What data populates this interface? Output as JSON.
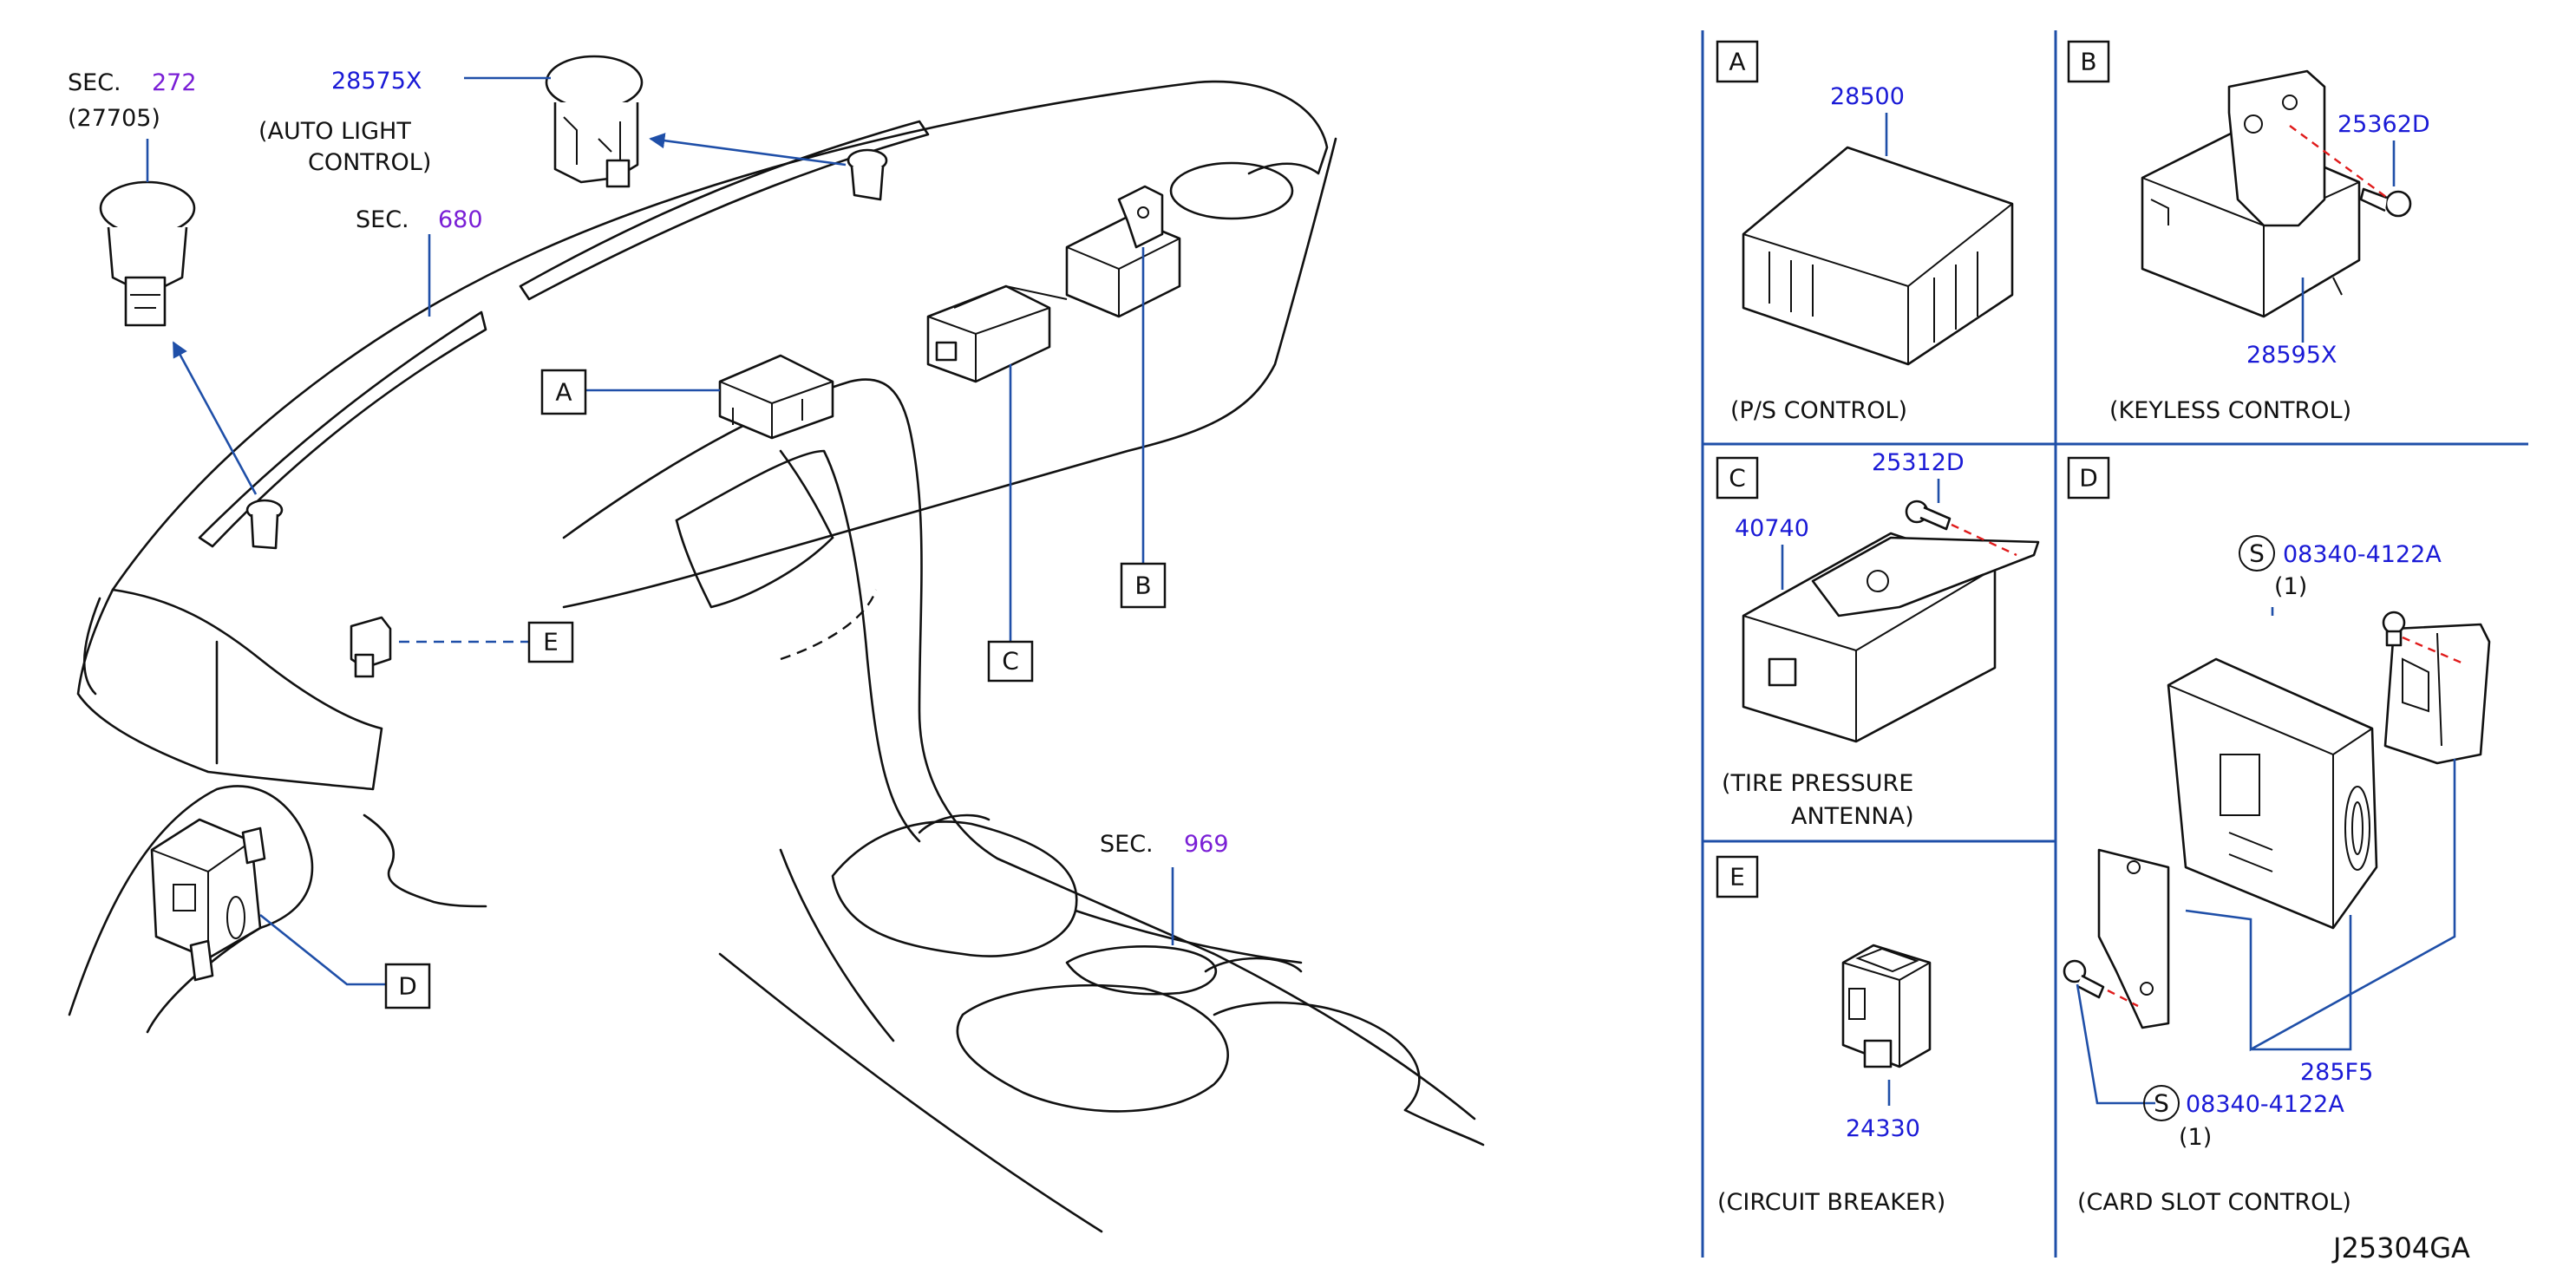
{
  "colors": {
    "part_number": "#1a1ad6",
    "section_number": "#7a1fd6",
    "leader": "#1f4fa8",
    "dash_red": "#e01b1b",
    "ink": "#111111"
  },
  "main": {
    "sec272": {
      "prefix": "SEC.",
      "num": "272",
      "sub": "(27705)"
    },
    "pn_28575x": "28575X",
    "auto_light": {
      "line1": "(AUTO   LIGHT",
      "line2": "CONTROL)"
    },
    "sec680": {
      "prefix": "SEC.",
      "num": "680"
    },
    "sec969": {
      "prefix": "SEC.",
      "num": "969"
    },
    "callouts": {
      "a": "A",
      "b": "B",
      "c": "C",
      "d": "D",
      "e": "E"
    }
  },
  "panels": {
    "a": {
      "letter": "A",
      "part": "28500",
      "caption": "(P/S   CONTROL)"
    },
    "b": {
      "letter": "B",
      "part1": "25362D",
      "part2": "28595X",
      "caption": "(KEYLESS   CONTROL)"
    },
    "c": {
      "letter": "C",
      "part1": "25312D",
      "part2": "40740",
      "caption1": "(TIRE   PRESSURE",
      "caption2": "ANTENNA)"
    },
    "d": {
      "letter": "D",
      "s_symbol": "S",
      "screw1": "08340-4122A",
      "qty1": "(1)",
      "module": "285F5",
      "screw2": "08340-4122A",
      "qty2": "(1)",
      "caption": "(CARD   SLOT   CONTROL)"
    },
    "e": {
      "letter": "E",
      "part": "24330",
      "caption": "(CIRCUIT   BREAKER)"
    }
  },
  "diagram_code": "J25304GA"
}
